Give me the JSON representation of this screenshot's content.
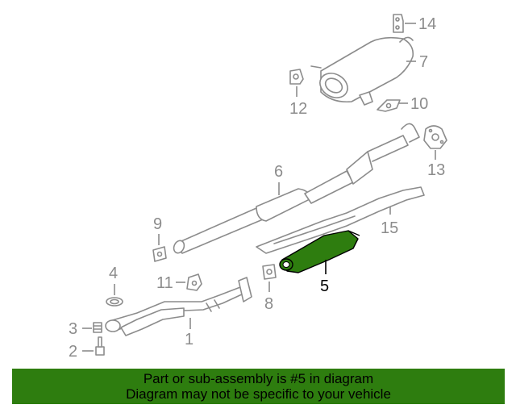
{
  "callouts": {
    "c1": "1",
    "c2": "2",
    "c3": "3",
    "c4": "4",
    "c5": "5",
    "c6": "6",
    "c7": "7",
    "c8": "8",
    "c9": "9",
    "c10": "10",
    "c11": "11",
    "c12": "12",
    "c13": "13",
    "c14": "14",
    "c15": "15"
  },
  "highlight": {
    "part": "5",
    "color": "#2e7d0f"
  },
  "colors": {
    "line": "#8c8c8c",
    "banner": "#2e7d0f",
    "text": "#000000"
  },
  "banner": {
    "line1": "Part or sub-assembly is #5 in diagram",
    "line2": "Diagram may not be specific to your vehicle"
  }
}
